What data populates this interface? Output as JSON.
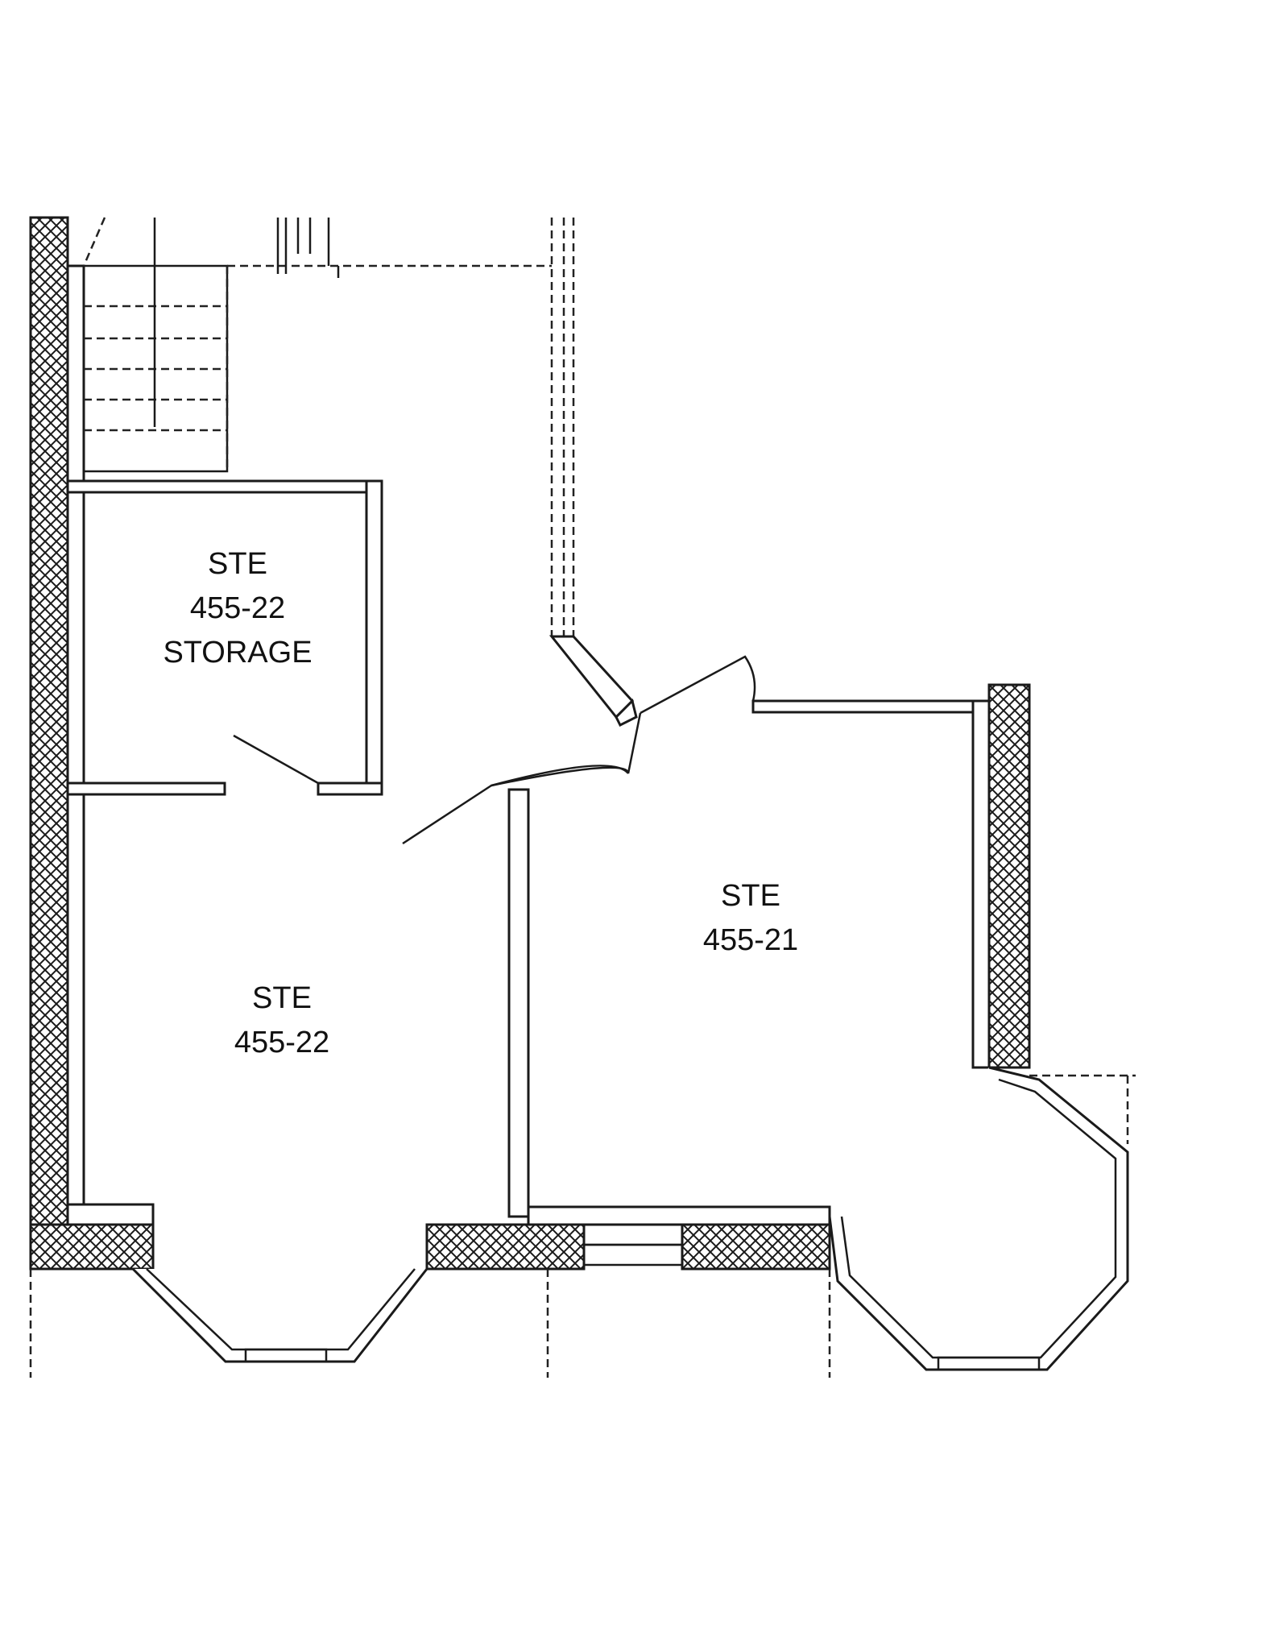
{
  "rooms": [
    {
      "id": "storage",
      "lines": [
        "STE",
        "455-22",
        "STORAGE"
      ]
    },
    {
      "id": "suite-22",
      "lines": [
        "STE",
        "455-22"
      ]
    },
    {
      "id": "suite-21",
      "lines": [
        "STE",
        "455-21"
      ]
    }
  ],
  "colors": {
    "ink": "#1a1a1a",
    "paper": "#ffffff"
  }
}
